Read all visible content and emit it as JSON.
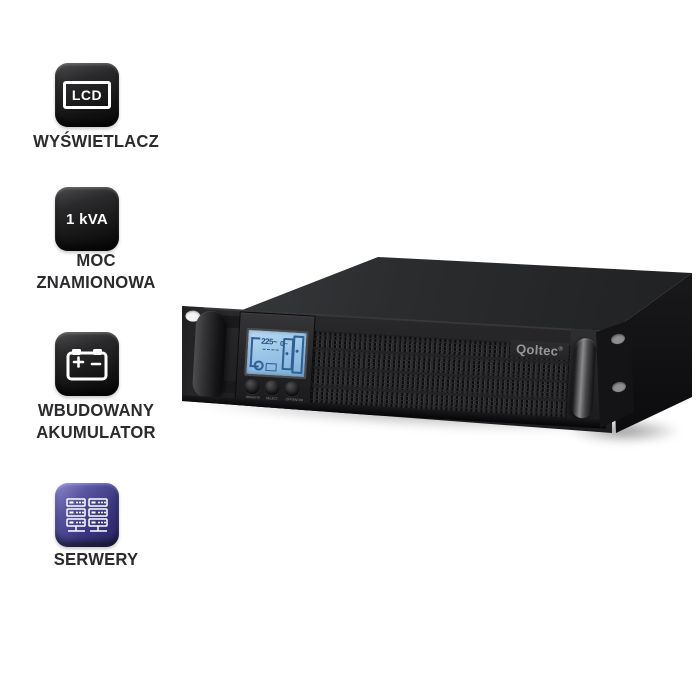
{
  "page": {
    "background": "#ffffff"
  },
  "features": [
    {
      "name": "lcd-display",
      "badge_text": "LCD",
      "label_lines": [
        "WYŚWIETLACZ"
      ],
      "badge_style": "dark"
    },
    {
      "name": "rated-power",
      "badge_text": "1 kVA",
      "label_lines": [
        "MOC",
        "ZNAMIONOWA"
      ],
      "badge_style": "dark"
    },
    {
      "name": "built-in-battery",
      "icon": "battery-icon",
      "label_lines": [
        "WBUDOWANY",
        "AKUMULATOR"
      ],
      "badge_style": "dark"
    },
    {
      "name": "servers",
      "icon": "servers-icon",
      "label_lines": [
        "SERWERY"
      ],
      "badge_style": "purple"
    }
  ],
  "device": {
    "brand": "Qoltec",
    "brand_mark": "®",
    "lcd": {
      "reading_primary": "225~",
      "reading_secondary": "0~"
    },
    "buttons": [
      {
        "label": "ON/MUTE"
      },
      {
        "label": "SELECT"
      },
      {
        "label": "OFF/ENTER"
      }
    ]
  },
  "colors": {
    "badge_dark": "#1c1c1e",
    "badge_purple": "#3b3680",
    "label_text": "#2b2b2e",
    "lcd_screen_blue": "#9cc6e8",
    "lcd_glyph_blue": "#2e5f95",
    "device_body": "#232325",
    "logo_text": "#96969a"
  }
}
